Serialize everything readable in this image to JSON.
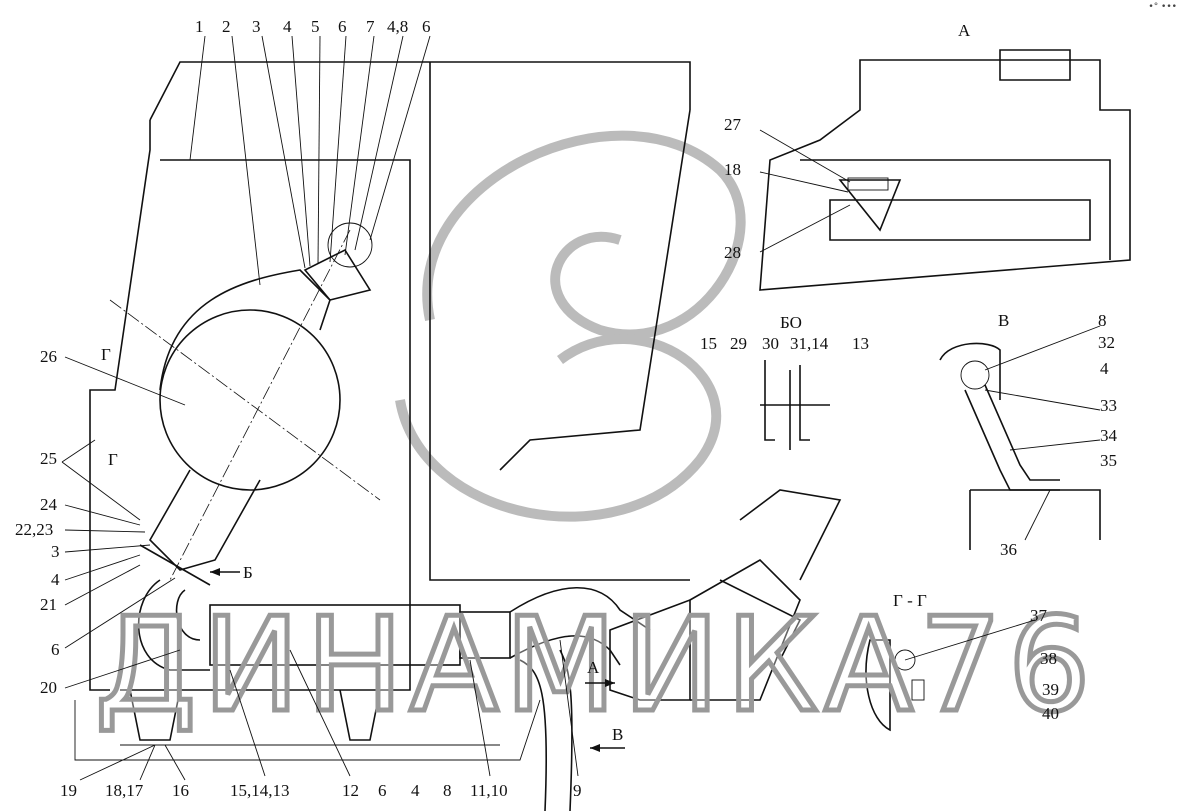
{
  "corner_mark": "•° •••",
  "watermark": "ДИНАМИКА76",
  "main_view": {
    "top_labels": [
      "1",
      "2",
      "3",
      "4",
      "5",
      "6",
      "7",
      "4,8",
      "6"
    ],
    "left_labels": [
      "26",
      "25",
      "24",
      "22,23",
      "3",
      "4",
      "21",
      "6",
      "20"
    ],
    "bottom_labels": [
      "19",
      "18,17",
      "16",
      "15,14,13",
      "12",
      "6",
      "4",
      "8",
      "11,10",
      "9"
    ],
    "section_marks": {
      "g_top": "Г",
      "g_bottom": "Г",
      "b_arrow": "Б",
      "a_arrow": "А",
      "v_arrow": "В"
    }
  },
  "view_a": {
    "title": "А",
    "labels": [
      "27",
      "18",
      "28"
    ]
  },
  "view_b": {
    "title": "БО",
    "labels": [
      "15",
      "29",
      "30",
      "31,14",
      "13"
    ]
  },
  "view_v": {
    "title": "В",
    "labels": [
      "8",
      "32",
      "4",
      "33",
      "34",
      "35",
      "36"
    ]
  },
  "section_g": {
    "title": "Г - Г",
    "labels": [
      "37",
      "38",
      "39",
      "40"
    ]
  }
}
